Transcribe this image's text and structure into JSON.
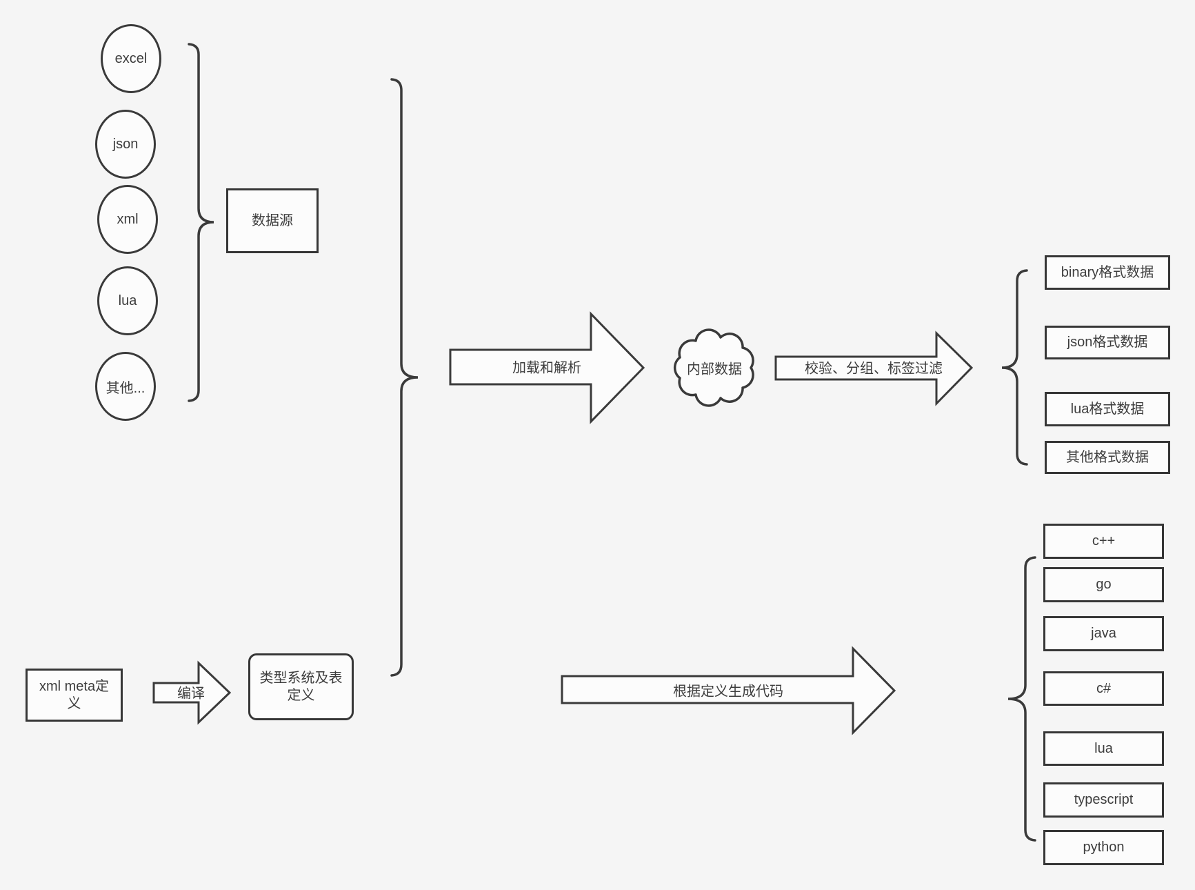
{
  "colors": {
    "background": "#f5f5f5",
    "stroke": "#3a3a3a",
    "shape_fill": "#fcfcfc",
    "text": "#3d3d3d"
  },
  "sources": {
    "items": [
      "excel",
      "json",
      "xml",
      "lua",
      "其他..."
    ],
    "group_label": "数据源"
  },
  "flow_top": {
    "load_arrow_label": "加载和解析",
    "cloud_label": "内部数据",
    "filter_arrow_label": "校验、分组、标签过滤",
    "outputs": [
      "binary格式数据",
      "json格式数据",
      "lua格式数据",
      "其他格式数据"
    ]
  },
  "flow_bottom": {
    "meta_box_label": "xml meta定义",
    "compile_arrow_label": "编译",
    "type_system_box_label": "类型系统及表定义",
    "generate_arrow_label": "根据定义生成代码",
    "languages": [
      "c++",
      "go",
      "java",
      "c#",
      "lua",
      "typescript",
      "python"
    ]
  }
}
